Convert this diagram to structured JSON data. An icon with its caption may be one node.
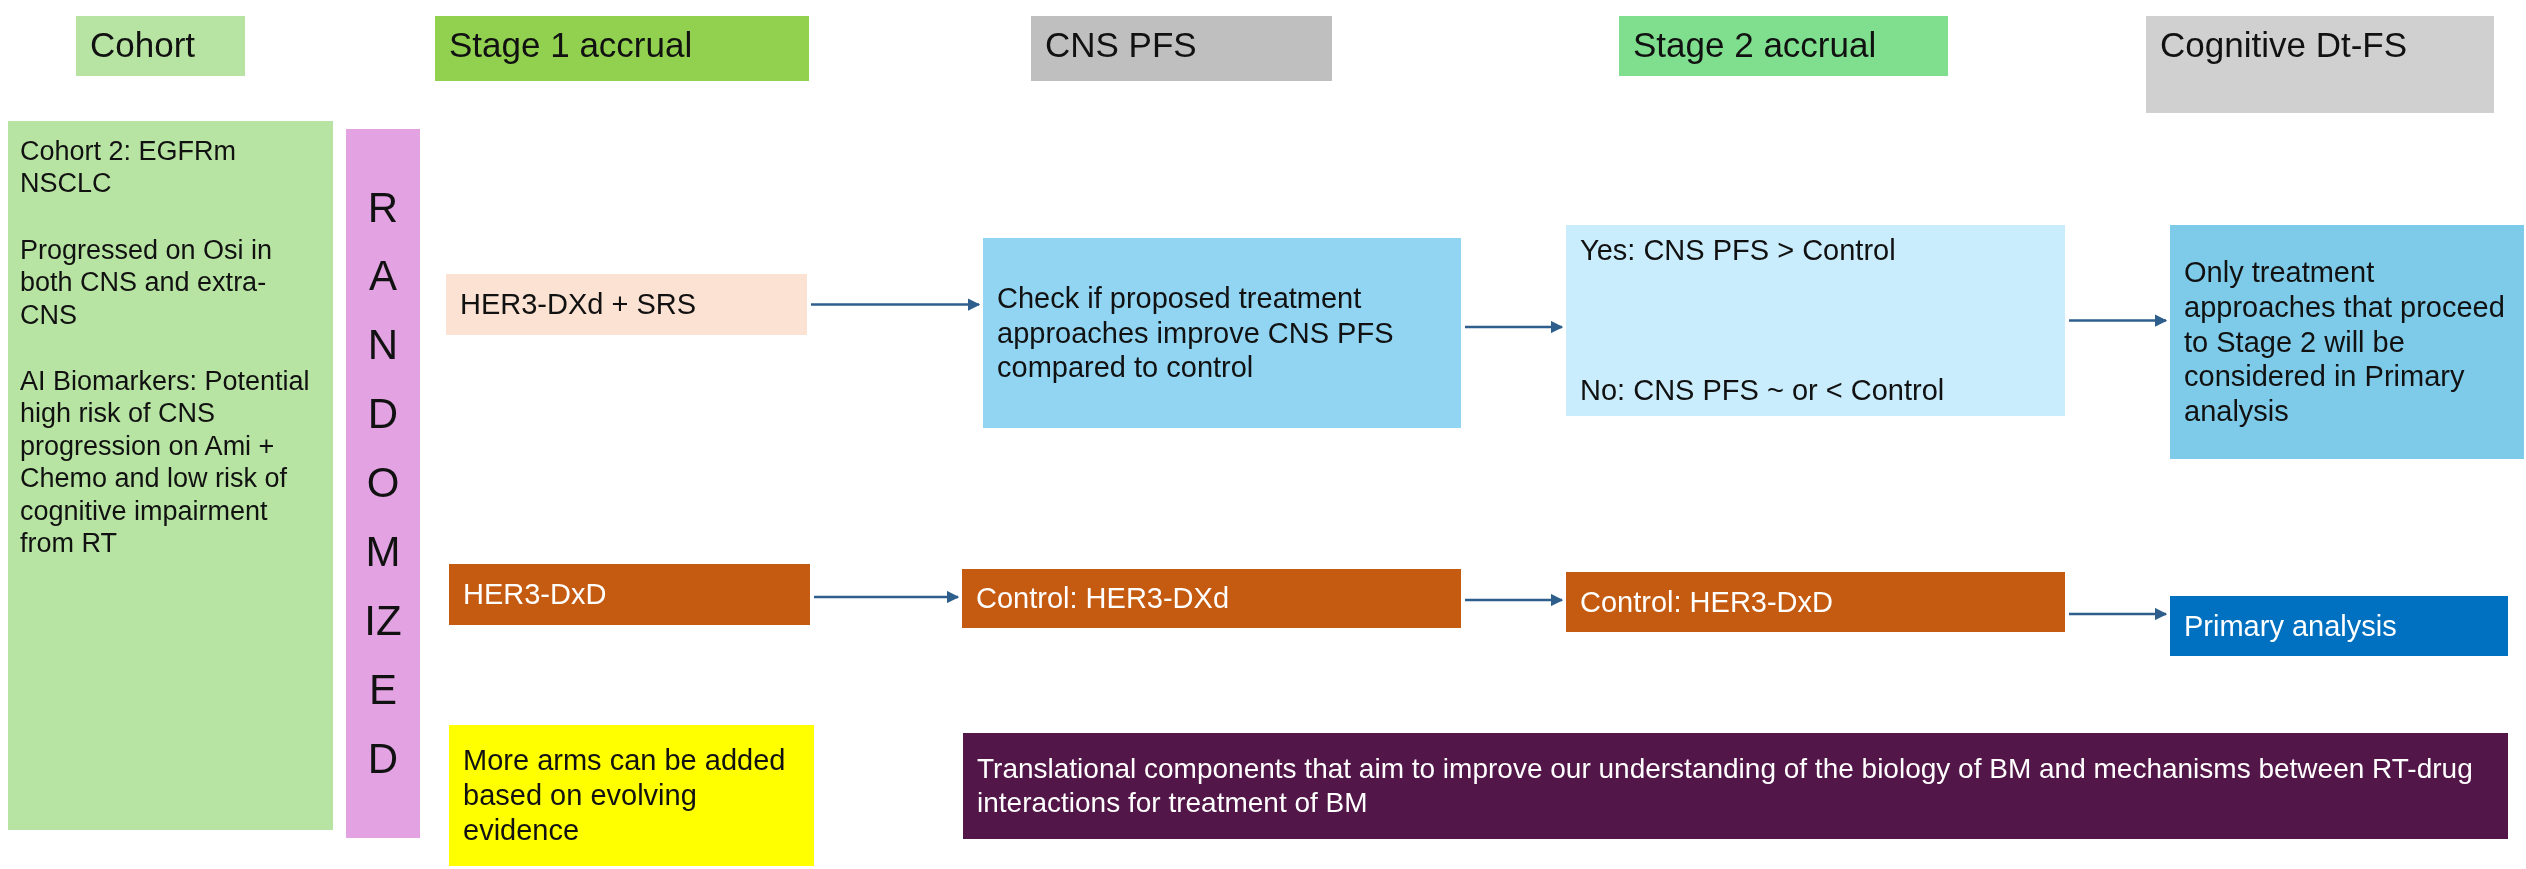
{
  "diagram": {
    "nodes": [
      {
        "text": [
          "Cohort"
        ]
      },
      {
        "text": [
          "Stage 1 accrual"
        ]
      },
      {
        "text": [
          "CNS PFS"
        ]
      },
      {
        "text": [
          "Stage 2 accrual"
        ]
      },
      {
        "text": [
          "Cognitive Dt-FS"
        ]
      },
      {
        "text": [
          "Cohort 2: EGFRm NSCLC",
          "Progressed on Osi in both CNS and extra-CNS",
          "AI Biomarkers: Potential high risk of CNS progression on Ami + Chemo and low risk of cognitive impairment from RT"
        ]
      },
      {
        "text": [
          "RANDOMIZED"
        ]
      },
      {
        "text": [
          "HER3-DXd + SRS"
        ]
      },
      {
        "text": [
          "HER3-DxD"
        ]
      },
      {
        "text": [
          "More arms can be added based on evolving evidence"
        ]
      },
      {
        "text": [
          "Check if proposed treatment approaches improve CNS PFS compared to control"
        ]
      },
      {
        "text": [
          "Control: HER3-DXd"
        ]
      },
      {
        "text": [
          "Yes: CNS PFS > Control",
          "No: CNS PFS ~ or < Control"
        ]
      },
      {
        "text": [
          "Control: HER3-DxD"
        ]
      },
      {
        "text": [
          "Only treatment approaches that proceed to Stage 2 will be considered in Primary analysis"
        ]
      },
      {
        "text": [
          "Primary analysis"
        ]
      },
      {
        "text": [
          "Translational components that aim to improve our understanding of the biology of BM and mechanisms between RT-drug interactions for treatment of BM"
        ]
      }
    ],
    "edges": [
      {
        "from": 7,
        "to": 10,
        "arrow": "to"
      },
      {
        "from": 8,
        "to": 11,
        "arrow": "to"
      },
      {
        "from": 10,
        "to": 12,
        "arrow": "to"
      },
      {
        "from": 11,
        "to": 13,
        "arrow": "to"
      },
      {
        "from": 12,
        "to": 14,
        "arrow": "to"
      },
      {
        "from": 13,
        "to": 15,
        "arrow": "to"
      }
    ]
  }
}
